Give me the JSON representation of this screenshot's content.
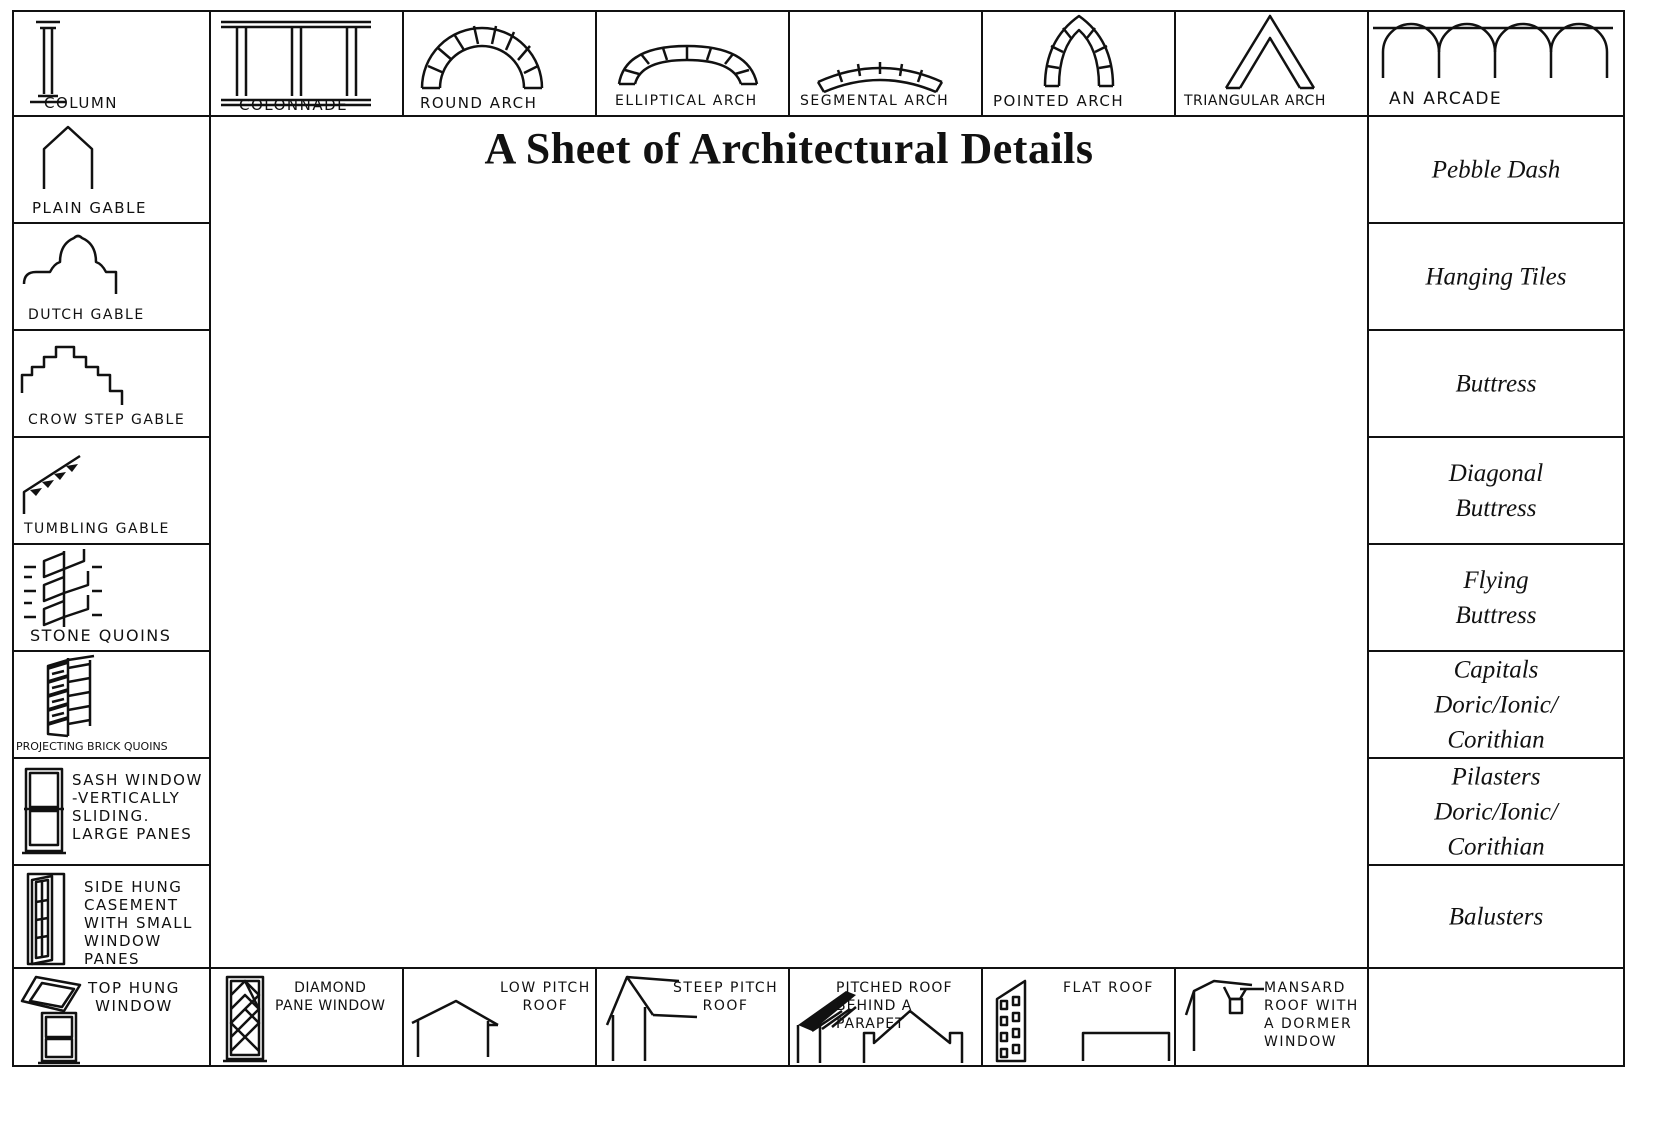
{
  "title": "A Sheet of Architectural Details",
  "top_row": [
    {
      "label": "COLUMN",
      "icon": "column-icon"
    },
    {
      "label": "COLONNADE",
      "icon": "colonnade-icon"
    },
    {
      "label": "ROUND ARCH",
      "icon": "round-arch-icon"
    },
    {
      "label": "ELLIPTICAL ARCH",
      "icon": "elliptical-arch-icon"
    },
    {
      "label": "SEGMENTAL ARCH",
      "icon": "segmental-arch-icon"
    },
    {
      "label": "POINTED ARCH",
      "icon": "pointed-arch-icon"
    },
    {
      "label": "TRIANGULAR ARCH",
      "icon": "triangular-arch-icon"
    },
    {
      "label": "AN ARCADE",
      "icon": "arcade-icon"
    }
  ],
  "left_column": [
    {
      "label": "PLAIN GABLE",
      "icon": "plain-gable-icon"
    },
    {
      "label": "DUTCH GABLE",
      "icon": "dutch-gable-icon"
    },
    {
      "label": "CROW STEP GABLE",
      "icon": "crow-step-gable-icon"
    },
    {
      "label": "TUMBLING GABLE",
      "icon": "tumbling-gable-icon"
    },
    {
      "label": "STONE QUOINS",
      "icon": "stone-quoins-icon"
    },
    {
      "label": "PROJECTING BRICK QUOINS",
      "icon": "brick-quoins-icon"
    },
    {
      "label": "SASH WINDOW\n-VERTICALLY\nSLIDING.\nLARGE PANES",
      "icon": "sash-window-icon"
    },
    {
      "label": "SIDE HUNG\nCASEMENT\nWITH SMALL\nWINDOW\nPANES",
      "icon": "casement-window-icon"
    }
  ],
  "right_column": [
    {
      "label": "Pebble Dash"
    },
    {
      "label": "Hanging Tiles"
    },
    {
      "label": "Buttress"
    },
    {
      "label": "Diagonal\nButtress"
    },
    {
      "label": "Flying\nButtress"
    },
    {
      "label": "Capitals\nDoric/Ionic/\nCorithian"
    },
    {
      "label": "Pilasters\nDoric/Ionic/\nCorithian"
    },
    {
      "label": "Balusters"
    }
  ],
  "bottom_row": [
    {
      "label": "TOP HUNG\nWINDOW",
      "icon": "top-hung-window-icon"
    },
    {
      "label": "DIAMOND\nPANE WINDOW",
      "icon": "diamond-pane-window-icon"
    },
    {
      "label": "LOW PITCH\nROOF",
      "icon": "low-pitch-roof-icon"
    },
    {
      "label": "STEEP PITCH\nROOF",
      "icon": "steep-pitch-roof-icon"
    },
    {
      "label": "PITCHED ROOF\nBEHIND A\nPARAPET",
      "icon": "parapet-roof-icon"
    },
    {
      "label": "FLAT ROOF",
      "icon": "flat-roof-icon"
    },
    {
      "label": "MANSARD\nROOF WITH\nA DORMER\nWINDOW",
      "icon": "mansard-roof-icon"
    },
    {
      "label": ""
    }
  ]
}
